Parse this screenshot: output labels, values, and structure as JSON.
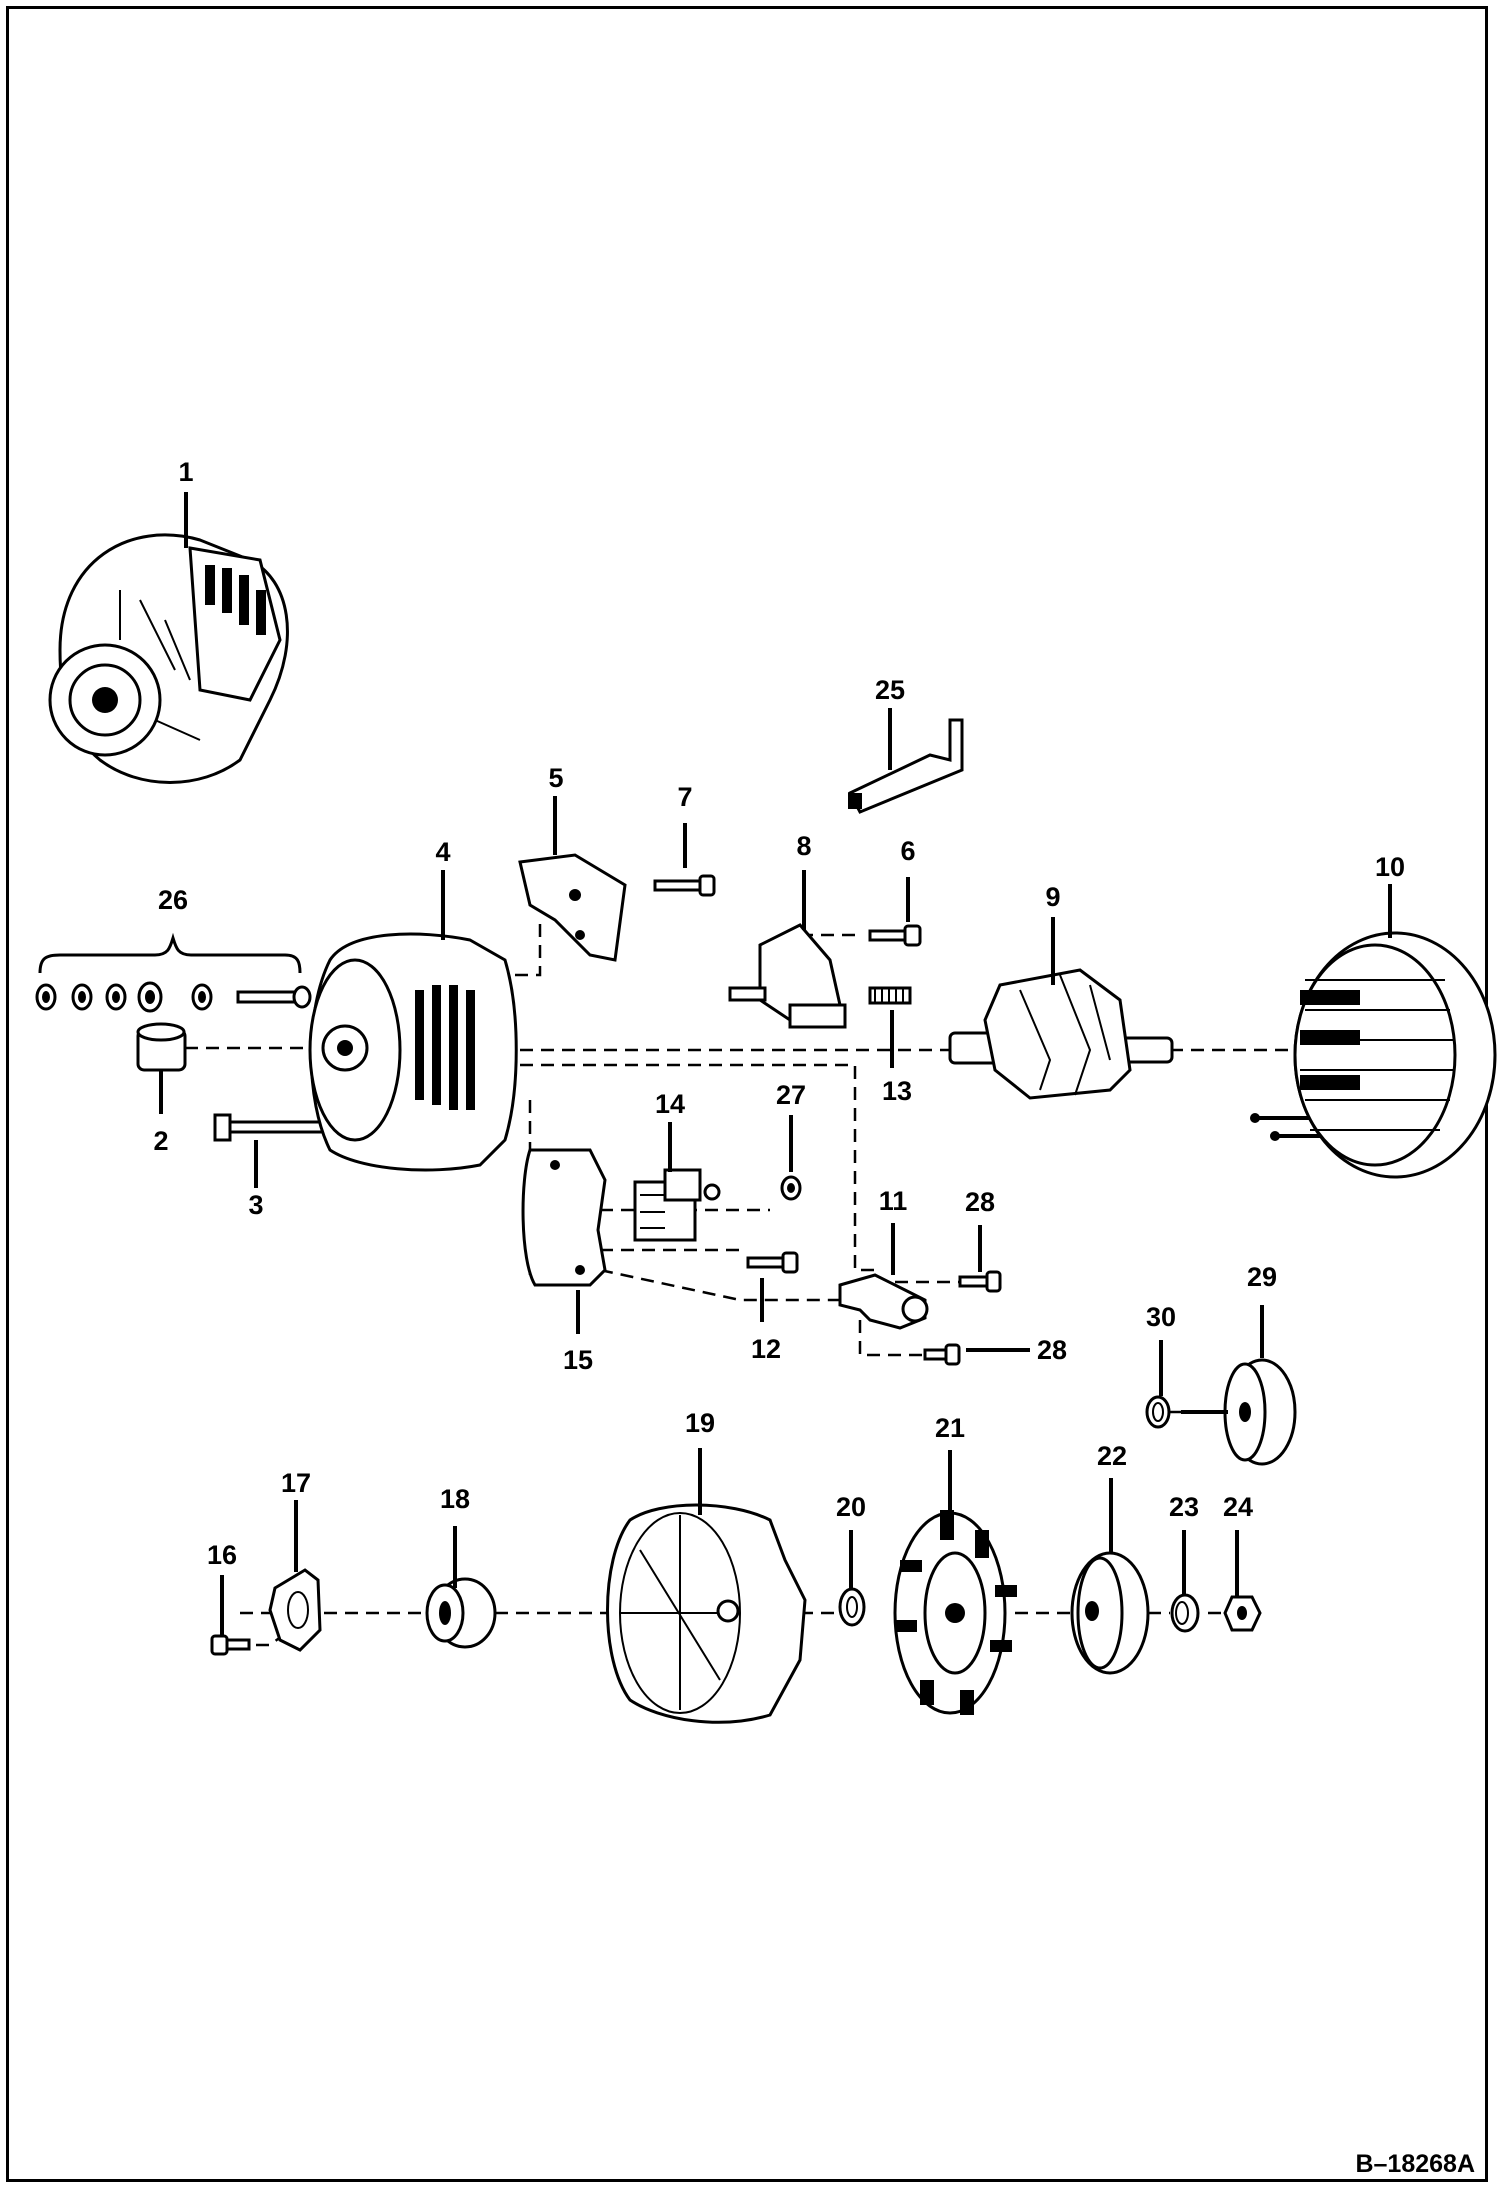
{
  "figure_ref": "B–18268A",
  "callouts": {
    "c1": "1",
    "c2": "2",
    "c3": "3",
    "c4": "4",
    "c5": "5",
    "c6": "6",
    "c7": "7",
    "c8": "8",
    "c9": "9",
    "c10": "10",
    "c11": "11",
    "c12": "12",
    "c13": "13",
    "c14": "14",
    "c15": "15",
    "c16": "16",
    "c17": "17",
    "c18": "18",
    "c19": "19",
    "c20": "20",
    "c21": "21",
    "c22": "22",
    "c23": "23",
    "c24": "24",
    "c25": "25",
    "c26": "26",
    "c27": "27",
    "c28a": "28",
    "c28b": "28",
    "c29": "29",
    "c30": "30"
  },
  "colors": {
    "ink": "#000000",
    "paper": "#ffffff"
  }
}
